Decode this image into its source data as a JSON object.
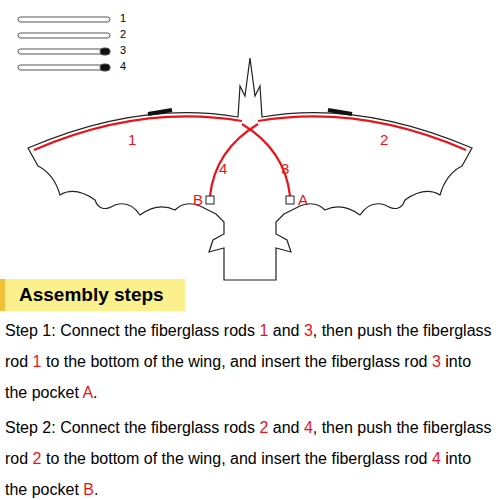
{
  "diagram": {
    "nodes": [
      {
        "text": [
          "Assembly steps"
        ]
      }
    ],
    "labels": [
      "1",
      "2",
      "3",
      "4",
      "1",
      "2",
      "4",
      "3",
      "B",
      "A",
      "Step 1: Connect the fiberglass rods 1 and 3, then push the fiberglass rod 1 to the bottom of the wing, and insert the fiberglass rod 3 into the pocket A.",
      "Step 2: Connect the fiberglass rods 2 and 4, then push the fiberglass rod 2 to the bottom of the wing, and insert the fiberglass rod 4 into the pocket B."
    ]
  }
}
